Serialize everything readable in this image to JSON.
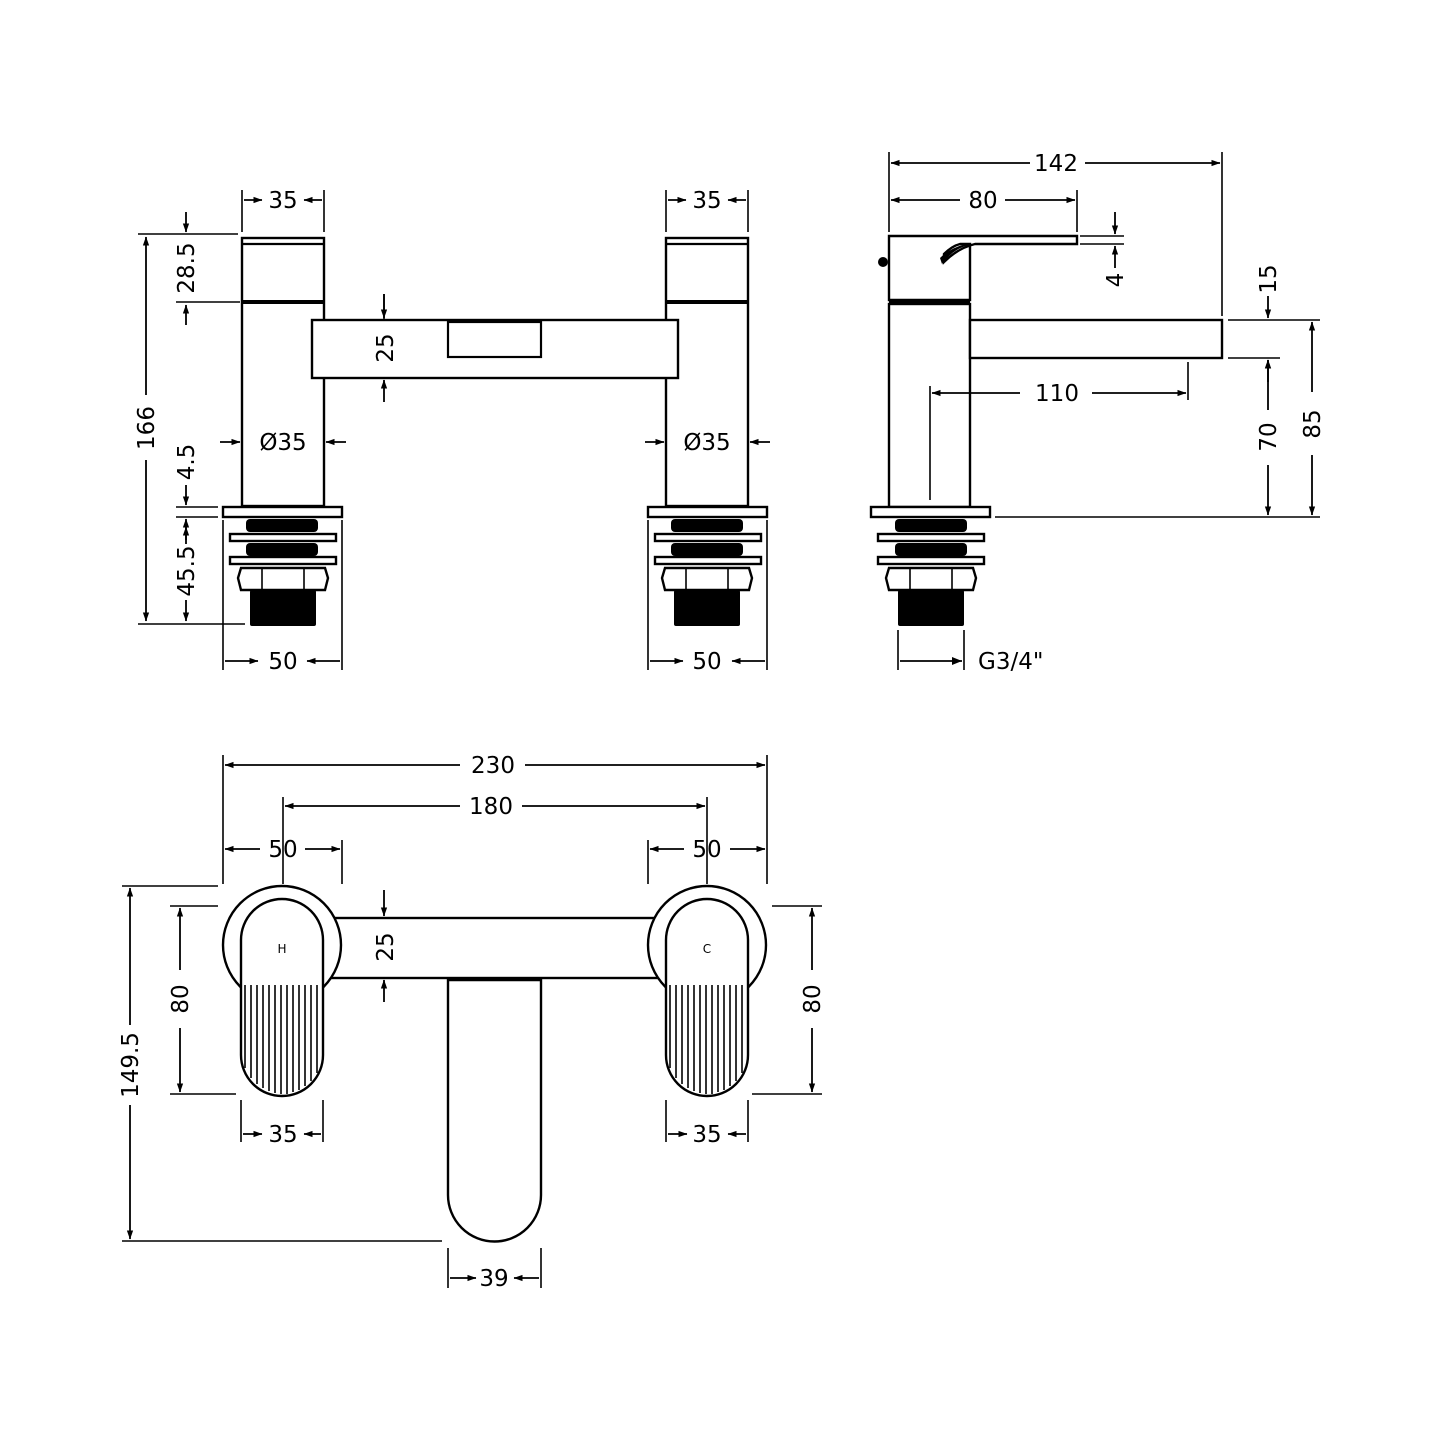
{
  "front_view": {
    "width_left_handle": "35",
    "width_right_handle": "35",
    "lever_height": "28.5",
    "spout_height": "25",
    "overall_height": "166",
    "diameter_left": "Ø35",
    "diameter_right": "Ø35",
    "flange_thickness": "4.5",
    "shank_length": "45.5",
    "flange_width_left": "50",
    "flange_width_right": "50"
  },
  "side_view": {
    "overall_depth": "142",
    "handle_depth": "80",
    "lever_thickness": "4",
    "spout_thickness": "15",
    "spout_reach": "110",
    "spout_clearance": "70",
    "spout_top_height": "85",
    "thread_size": "G3/4\""
  },
  "plan_view": {
    "overall_width": "230",
    "centres": "180",
    "flange_left": "50",
    "flange_right": "50",
    "bridge_depth": "25",
    "handle_depth_left": "80",
    "handle_depth_right": "80",
    "handle_width_left": "35",
    "handle_width_right": "35",
    "overall_depth": "149.5",
    "spout_width": "39",
    "hot_label": "H",
    "cold_label": "C"
  }
}
